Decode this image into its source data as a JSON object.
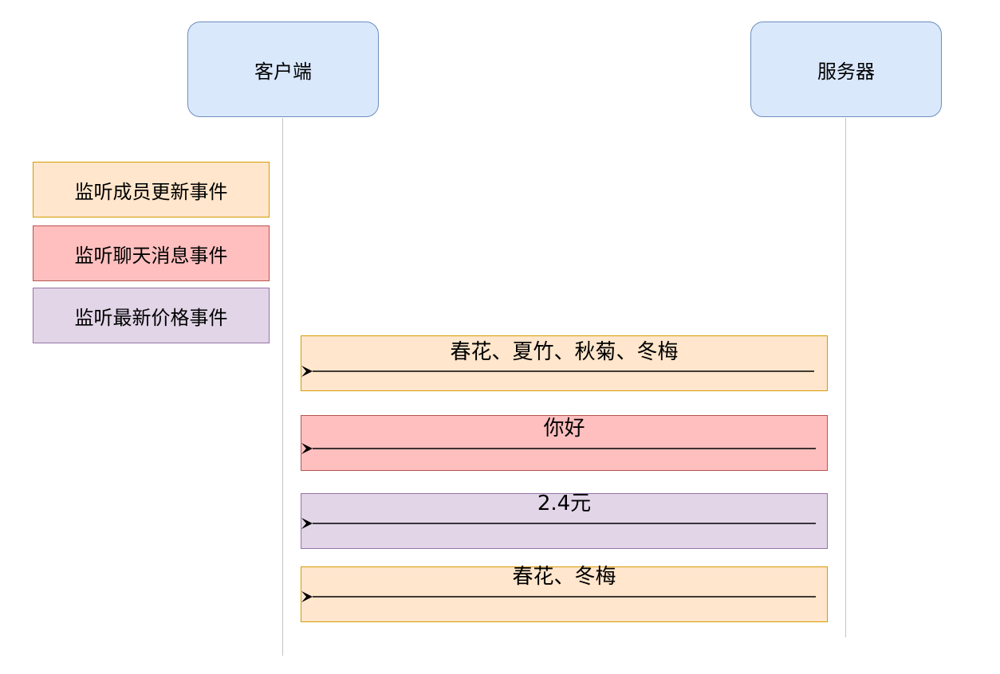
{
  "actors": {
    "client": "客户端",
    "server": "服务器"
  },
  "subscriptions": [
    {
      "label": "监听成员更新事件",
      "color": "#ffe6cc"
    },
    {
      "label": "监听聊天消息事件",
      "color": "#ffbfbf"
    },
    {
      "label": "监听最新价格事件",
      "color": "#e1d5e7"
    }
  ],
  "messages": [
    {
      "label": "春花、夏竹、秋菊、冬梅",
      "direction": "server-to-client",
      "color": "#ffe6cc"
    },
    {
      "label": "你好",
      "direction": "server-to-client",
      "color": "#ffbfbf"
    },
    {
      "label": "2.4元",
      "direction": "server-to-client",
      "color": "#e1d5e7"
    },
    {
      "label": "春花、冬梅",
      "direction": "server-to-client",
      "color": "#ffe6cc"
    }
  ]
}
